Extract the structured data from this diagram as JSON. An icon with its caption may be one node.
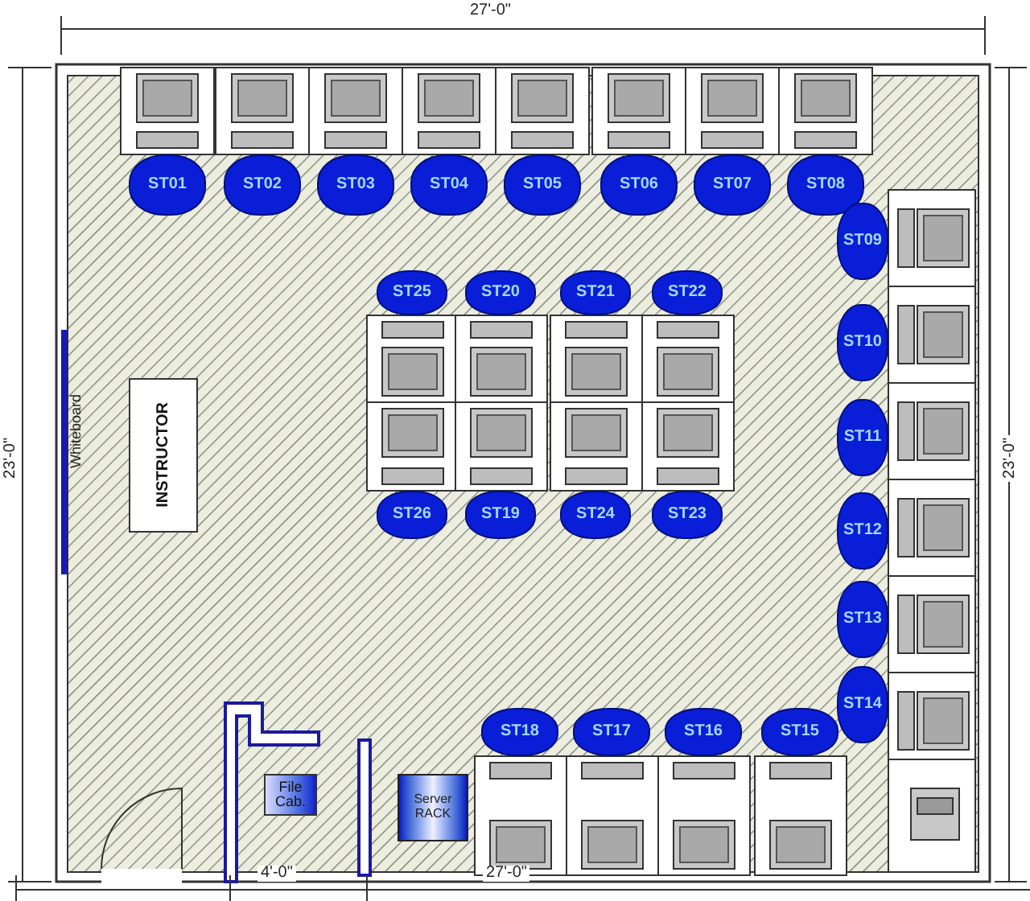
{
  "diagram": {
    "nodes": [
      {
        "text": [
          "ST01"
        ]
      },
      {
        "text": [
          "ST02"
        ]
      },
      {
        "text": [
          "ST03"
        ]
      },
      {
        "text": [
          "ST04"
        ]
      },
      {
        "text": [
          "ST05"
        ]
      },
      {
        "text": [
          "ST06"
        ]
      },
      {
        "text": [
          "ST07"
        ]
      },
      {
        "text": [
          "ST08"
        ]
      },
      {
        "text": [
          "ST09"
        ]
      },
      {
        "text": [
          "ST10"
        ]
      },
      {
        "text": [
          "ST11"
        ]
      },
      {
        "text": [
          "ST12"
        ]
      },
      {
        "text": [
          "ST13"
        ]
      },
      {
        "text": [
          "ST14"
        ]
      },
      {
        "text": [
          "ST25"
        ]
      },
      {
        "text": [
          "ST20"
        ]
      },
      {
        "text": [
          "ST21"
        ]
      },
      {
        "text": [
          "ST22"
        ]
      },
      {
        "text": [
          "ST26"
        ]
      },
      {
        "text": [
          "ST19"
        ]
      },
      {
        "text": [
          "ST24"
        ]
      },
      {
        "text": [
          "ST23"
        ]
      },
      {
        "text": [
          "ST18"
        ]
      },
      {
        "text": [
          "ST17"
        ]
      },
      {
        "text": [
          "ST16"
        ]
      },
      {
        "text": [
          "ST15"
        ]
      },
      {
        "text": [
          "Whiteboard"
        ]
      },
      {
        "text": [
          "INSTRUCTOR"
        ]
      },
      {
        "text": [
          "File Cab."
        ]
      },
      {
        "text": [
          "Server RACK"
        ]
      }
    ],
    "labels": [
      "27'-0\"",
      "23'-0\"",
      "23'-0\"",
      "4'-0\"",
      "27'-0\""
    ]
  }
}
